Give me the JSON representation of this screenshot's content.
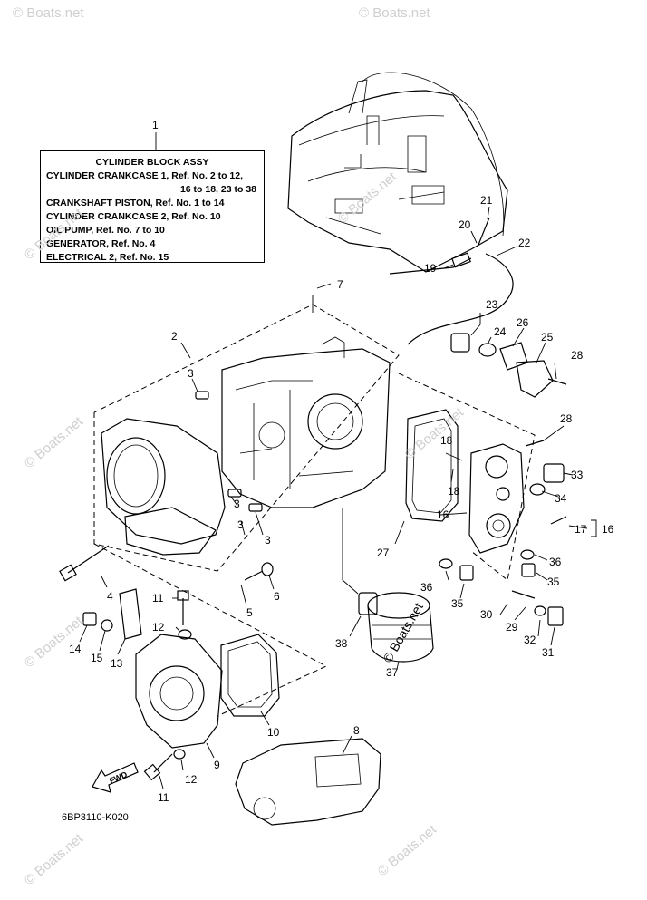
{
  "assembly_box": {
    "ref": "1",
    "title": "CYLINDER BLOCK ASSY",
    "lines": [
      "CYLINDER CRANKCASE 1,  Ref. No. 2 to 12,",
      "16 to 18, 23 to 38",
      "CRANKSHAFT PISTON,  Ref. No. 1 to 14",
      "CYLINDER CRANKCASE 2,  Ref. No. 10",
      "OIL PUMP,  Ref. No. 7 to 10",
      "GENERATOR,  Ref. No. 4",
      "ELECTRICAL 2,  Ref. No. 15"
    ]
  },
  "callouts": [
    "1",
    "2",
    "3",
    "3",
    "3",
    "3",
    "4",
    "5",
    "6",
    "7",
    "8",
    "9",
    "10",
    "11",
    "11",
    "12",
    "12",
    "13",
    "14",
    "15",
    "16",
    "16",
    "17",
    "18",
    "18",
    "19",
    "20",
    "21",
    "22",
    "23",
    "24",
    "25",
    "26",
    "27",
    "28",
    "28",
    "29",
    "30",
    "31",
    "32",
    "33",
    "34",
    "35",
    "35",
    "36",
    "36",
    "37",
    "38"
  ],
  "diagram_code": "6BP3110-K020",
  "fwd_label": "FWD",
  "watermark": "© Boats.net"
}
